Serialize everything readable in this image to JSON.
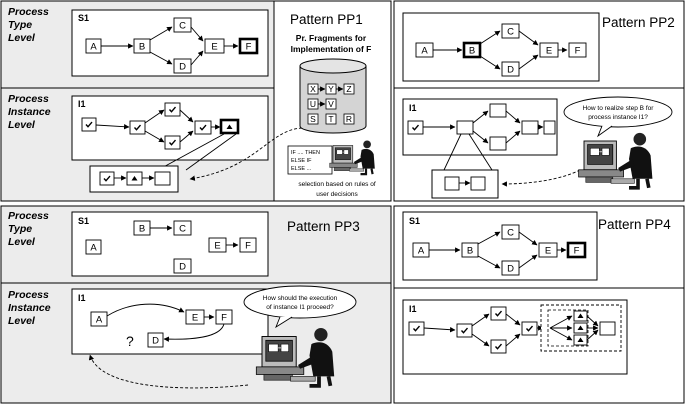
{
  "levels": {
    "type_line1": "Process",
    "type_line2": "Type",
    "type_line3": "Level",
    "instance_line1": "Process",
    "instance_line2": "Instance",
    "instance_line3": "Level"
  },
  "ids": {
    "schema": "S1",
    "instance": "I1"
  },
  "patterns": {
    "pp1": {
      "title": "Pattern PP1",
      "subtitle_1": "Pr. Fragments for",
      "subtitle_2": "Implementation of F",
      "rule_1": "IF .... THEN",
      "rule_2": "ELSE IF",
      "rule_3": "ELSE ...",
      "caption_1": "selection based on rules of",
      "caption_2": "user decisions",
      "repo_items": [
        "X",
        "Y",
        "Z",
        "U",
        "V",
        "S",
        "T",
        "R"
      ]
    },
    "pp2": {
      "title": "Pattern PP2",
      "bubble_1": "How to realize step B for",
      "bubble_2": "process instance I1?"
    },
    "pp3": {
      "title": "Pattern PP3",
      "bubble_1": "How should the execution",
      "bubble_2": "of instance I1 proceed?",
      "question": "?"
    },
    "pp4": {
      "title": "Pattern PP4"
    }
  },
  "nodes": {
    "a": "A",
    "b": "B",
    "c": "C",
    "d": "D",
    "e": "E",
    "f": "F"
  }
}
